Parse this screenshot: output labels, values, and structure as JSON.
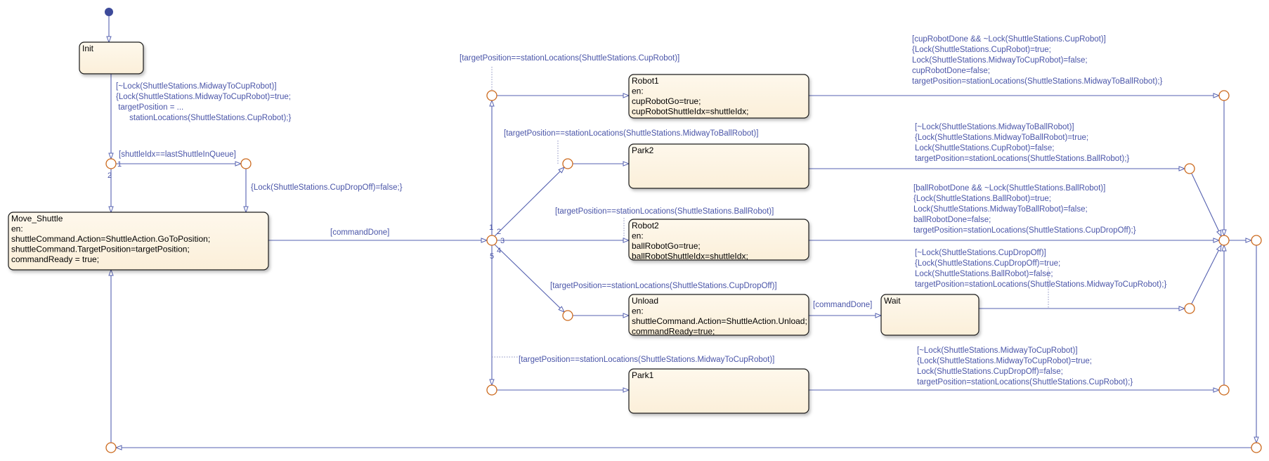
{
  "colors": {
    "state_fill": "#fdf3e0",
    "state_stroke": "#1a1a1a",
    "transition": "#5561b0",
    "junction": "#cc6a1e",
    "default_dot": "#3d4a9a"
  },
  "states": {
    "init": {
      "lines": [
        "Init"
      ]
    },
    "move_shuttle": {
      "lines": [
        "Move_Shuttle",
        "en:",
        "shuttleCommand.Action=ShuttleAction.GoToPosition;",
        "shuttleCommand.TargetPosition=targetPosition;",
        "commandReady = true;"
      ]
    },
    "robot1": {
      "lines": [
        "Robot1",
        "en:",
        "cupRobotGo=true;",
        "cupRobotShuttleIdx=shuttleIdx;"
      ]
    },
    "park2": {
      "lines": [
        "Park2"
      ]
    },
    "robot2": {
      "lines": [
        "Robot2",
        "en:",
        "ballRobotGo=true;",
        "ballRobotShuttleIdx=shuttleIdx;"
      ]
    },
    "unload": {
      "lines": [
        "Unload",
        "en:",
        "shuttleCommand.Action=ShuttleAction.Unload;",
        "commandReady=true;"
      ]
    },
    "wait": {
      "lines": [
        "Wait"
      ]
    },
    "park1": {
      "lines": [
        "Park1"
      ]
    }
  },
  "labels": {
    "init_exit": [
      "[~Lock(ShuttleStations.MidwayToCupRobot)]",
      "{Lock(ShuttleStations.MidwayToCupRobot)=true;",
      " targetPosition = ...",
      "      stationLocations(ShuttleStations.CupRobot);}"
    ],
    "last_shuttle": [
      "[shuttleIdx==lastShuttleInQueue]"
    ],
    "cup_dropoff_release": [
      "{Lock(ShuttleStations.CupDropOff)=false;}"
    ],
    "command_done_main": [
      "[commandDone]"
    ],
    "guard_cup_robot": [
      "[targetPosition==stationLocations(ShuttleStations.CupRobot)]"
    ],
    "guard_midway_ball": [
      "[targetPosition==stationLocations(ShuttleStations.MidwayToBallRobot)]"
    ],
    "guard_ball_robot": [
      "[targetPosition==stationLocations(ShuttleStations.BallRobot)]"
    ],
    "guard_cup_dropoff": [
      "[targetPosition==stationLocations(ShuttleStations.CupDropOff)]"
    ],
    "guard_midway_cup": [
      "[targetPosition==stationLocations(ShuttleStations.MidwayToCupRobot)]"
    ],
    "command_done_unload": [
      "[commandDone]"
    ],
    "robot1_exit": [
      "[cupRobotDone && ~Lock(ShuttleStations.CupRobot)]",
      "{Lock(ShuttleStations.CupRobot)=true;",
      "Lock(ShuttleStations.MidwayToCupRobot)=false;",
      "cupRobotDone=false;",
      "targetPosition=stationLocations(ShuttleStations.MidwayToBallRobot);}"
    ],
    "park2_exit": [
      "[~Lock(ShuttleStations.MidwayToBallRobot)]",
      "{Lock(ShuttleStations.MidwayToBallRobot)=true;",
      "Lock(ShuttleStations.CupRobot)=false;",
      "targetPosition=stationLocations(ShuttleStations.BallRobot);}"
    ],
    "robot2_exit": [
      "[ballRobotDone && ~Lock(ShuttleStations.BallRobot)]",
      "{Lock(ShuttleStations.BallRobot)=true;",
      "Lock(ShuttleStations.MidwayToBallRobot)=false;",
      "ballRobotDone=false;",
      "targetPosition=stationLocations(ShuttleStations.CupDropOff);}"
    ],
    "wait_exit": [
      "[~Lock(ShuttleStations.CupDropOff)]",
      "{Lock(ShuttleStations.CupDropOff)=true;",
      "Lock(ShuttleStations.BallRobot)=false;",
      "targetPosition=stationLocations(ShuttleStations.MidwayToCupRobot);}"
    ],
    "park1_exit": [
      "[~Lock(ShuttleStations.MidwayToCupRobot)]",
      "{Lock(ShuttleStations.MidwayToCupRobot)=true;",
      "Lock(ShuttleStations.CupDropOff)=false;",
      "targetPosition=stationLocations(ShuttleStations.CupRobot);}"
    ]
  },
  "orders": {
    "junction_a": [
      "1",
      "2"
    ],
    "hub": [
      "1",
      "2",
      "3",
      "4",
      "5"
    ]
  }
}
